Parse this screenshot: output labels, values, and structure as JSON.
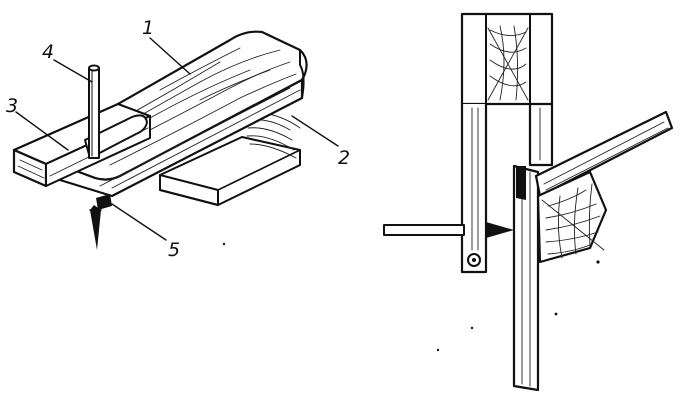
{
  "diagram": {
    "callouts": [
      {
        "id": "1",
        "text": "1"
      },
      {
        "id": "2",
        "text": "2"
      },
      {
        "id": "3",
        "text": "3"
      },
      {
        "id": "4",
        "text": "4"
      },
      {
        "id": "5",
        "text": "5"
      }
    ]
  }
}
